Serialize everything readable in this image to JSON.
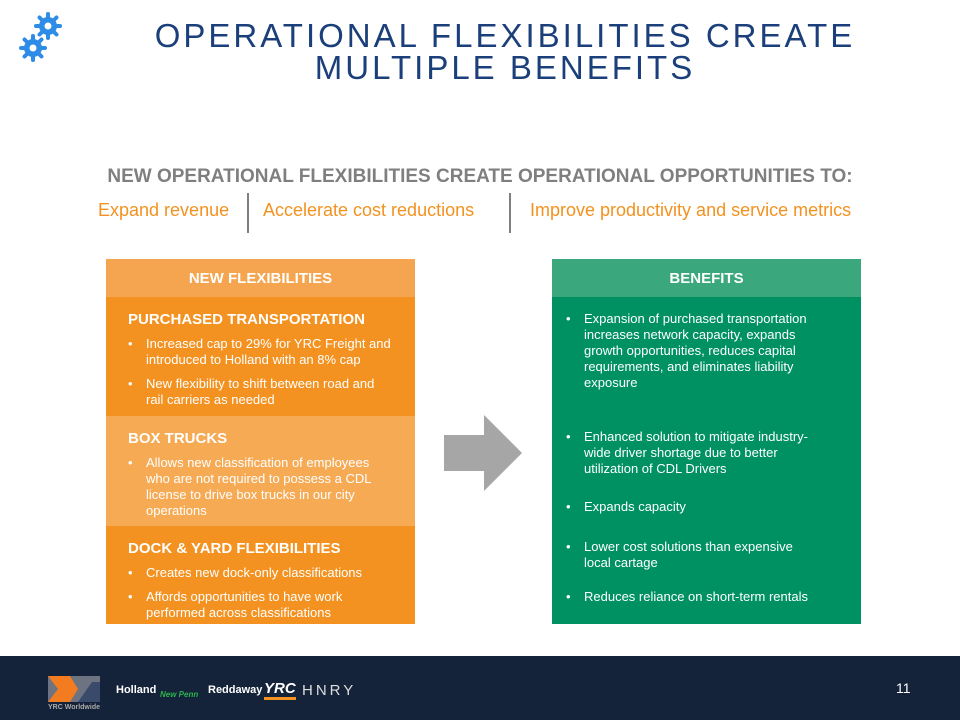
{
  "title": "OPERATIONAL FLEXIBILITIES CREATE MULTIPLE BENEFITS",
  "subtitle": "NEW OPERATIONAL FLEXIBILITIES CREATE OPERATIONAL OPPORTUNITIES TO:",
  "opportunities": [
    "Expand revenue",
    "Accelerate cost reductions",
    "Improve productivity and service metrics"
  ],
  "left": {
    "header": "NEW FLEXIBILITIES",
    "sections": [
      {
        "title": "PURCHASED TRANSPORTATION",
        "bullets": [
          "Increased cap to 29% for YRC Freight and introduced to Holland with an 8% cap",
          "New flexibility to shift between road and rail carriers as needed"
        ]
      },
      {
        "title": "BOX TRUCKS",
        "bullets": [
          "Allows new classification of employees who are not required to possess a CDL license to drive box trucks in our city operations"
        ]
      },
      {
        "title": "DOCK & YARD FLEXIBILITIES",
        "bullets": [
          "Creates new dock-only classifications",
          "Affords opportunities to have work performed across classifications"
        ]
      }
    ]
  },
  "right": {
    "header": "BENEFITS",
    "bullets": [
      "Expansion of purchased transportation increases network capacity, expands growth opportunities, reduces capital requirements, and eliminates liability exposure",
      "Enhanced solution to mitigate industry-wide driver shortage due to better utilization of CDL Drivers",
      "Expands capacity",
      "Lower cost solutions than expensive local cartage",
      "Reduces reliance on short-term rentals"
    ]
  },
  "footer": {
    "logos": [
      "YRC Worldwide",
      "Holland",
      "New Penn",
      "Reddaway",
      "YRC",
      "HNRY"
    ],
    "page": "11"
  }
}
